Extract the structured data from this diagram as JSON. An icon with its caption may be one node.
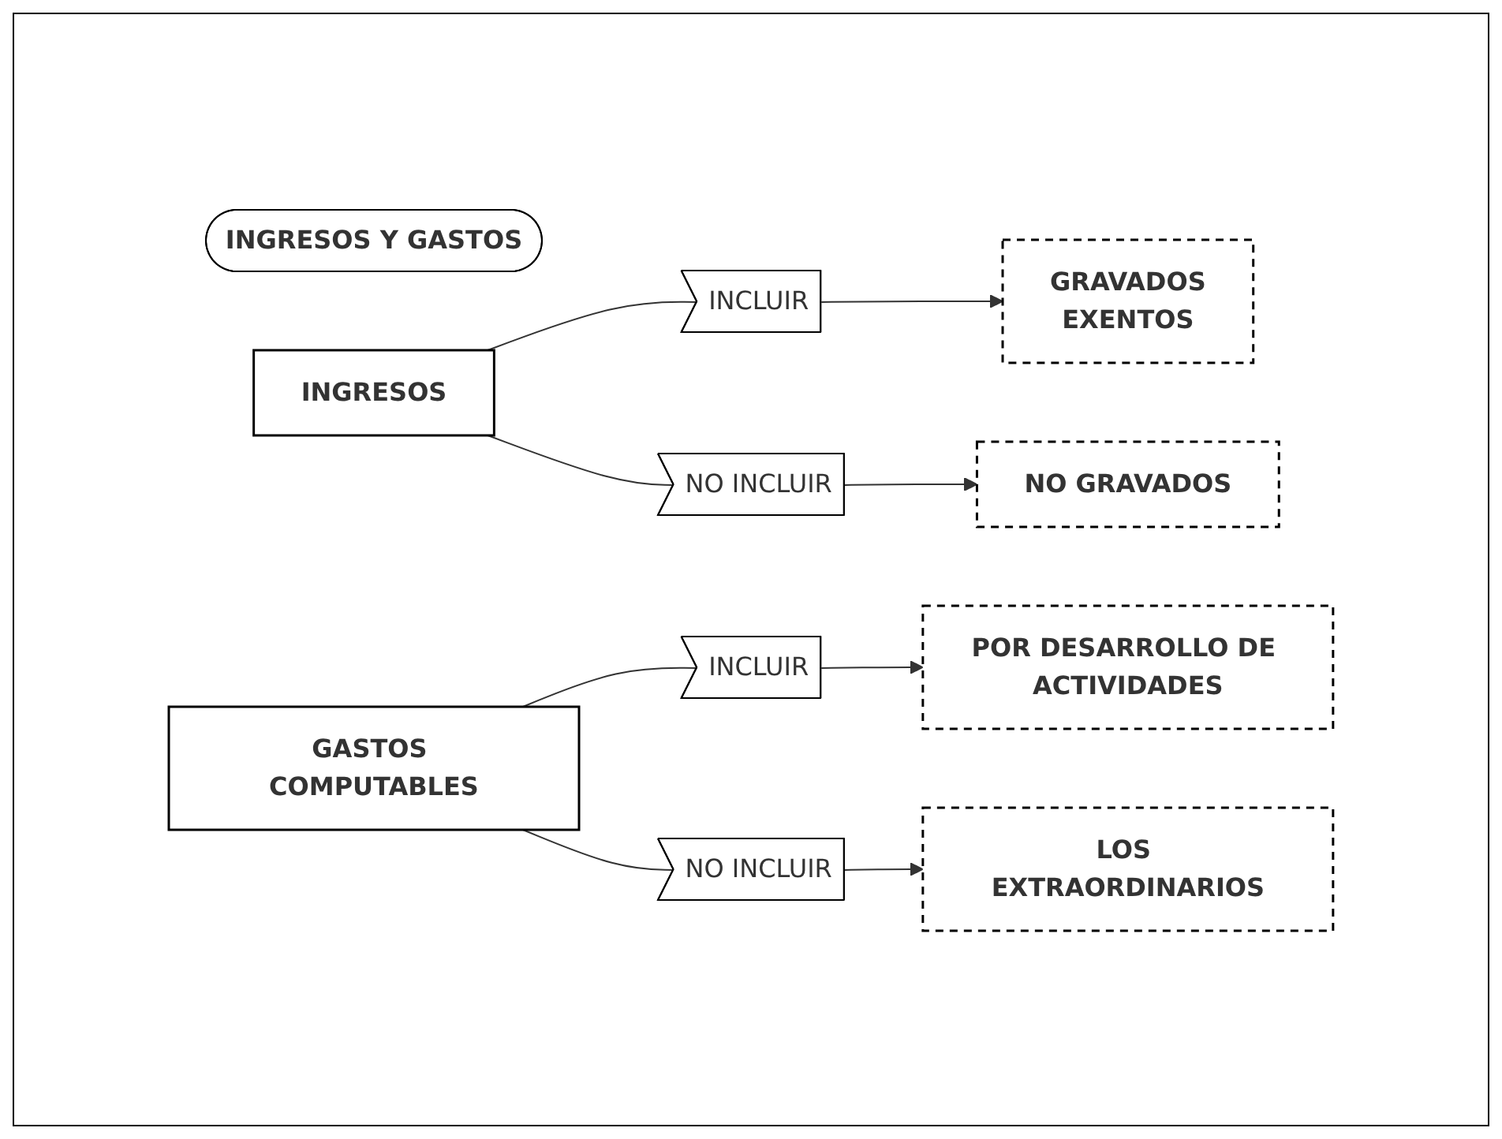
{
  "diagram": {
    "nodes": [
      {
        "text": [
          "INGRESOS Y GASTOS"
        ]
      },
      {
        "text": [
          "INGRESOS"
        ]
      },
      {
        "text": [
          "INCLUIR"
        ]
      },
      {
        "text": [
          "GRAVADOS",
          "EXENTOS"
        ]
      },
      {
        "text": [
          "NO INCLUIR"
        ]
      },
      {
        "text": [
          "NO GRAVADOS"
        ]
      },
      {
        "text": [
          "GASTOS COMPUTABLES"
        ]
      },
      {
        "text": [
          "INCLUIR"
        ]
      },
      {
        "text": [
          "POR DESARROLLO DE ACTIVIDADES"
        ]
      },
      {
        "text": [
          "NO INCLUIR"
        ]
      },
      {
        "text": [
          "LOS EXTRAORDINARIOS"
        ]
      }
    ],
    "edges": [
      {
        "from": 1,
        "to": 2,
        "arrow": "none"
      },
      {
        "from": 1,
        "to": 4,
        "arrow": "none"
      },
      {
        "from": 2,
        "to": 3,
        "arrow": "to"
      },
      {
        "from": 4,
        "to": 5,
        "arrow": "to"
      },
      {
        "from": 6,
        "to": 7,
        "arrow": "none"
      },
      {
        "from": 6,
        "to": 9,
        "arrow": "none"
      },
      {
        "from": 7,
        "to": 8,
        "arrow": "to"
      },
      {
        "from": 9,
        "to": 10,
        "arrow": "to"
      }
    ]
  }
}
